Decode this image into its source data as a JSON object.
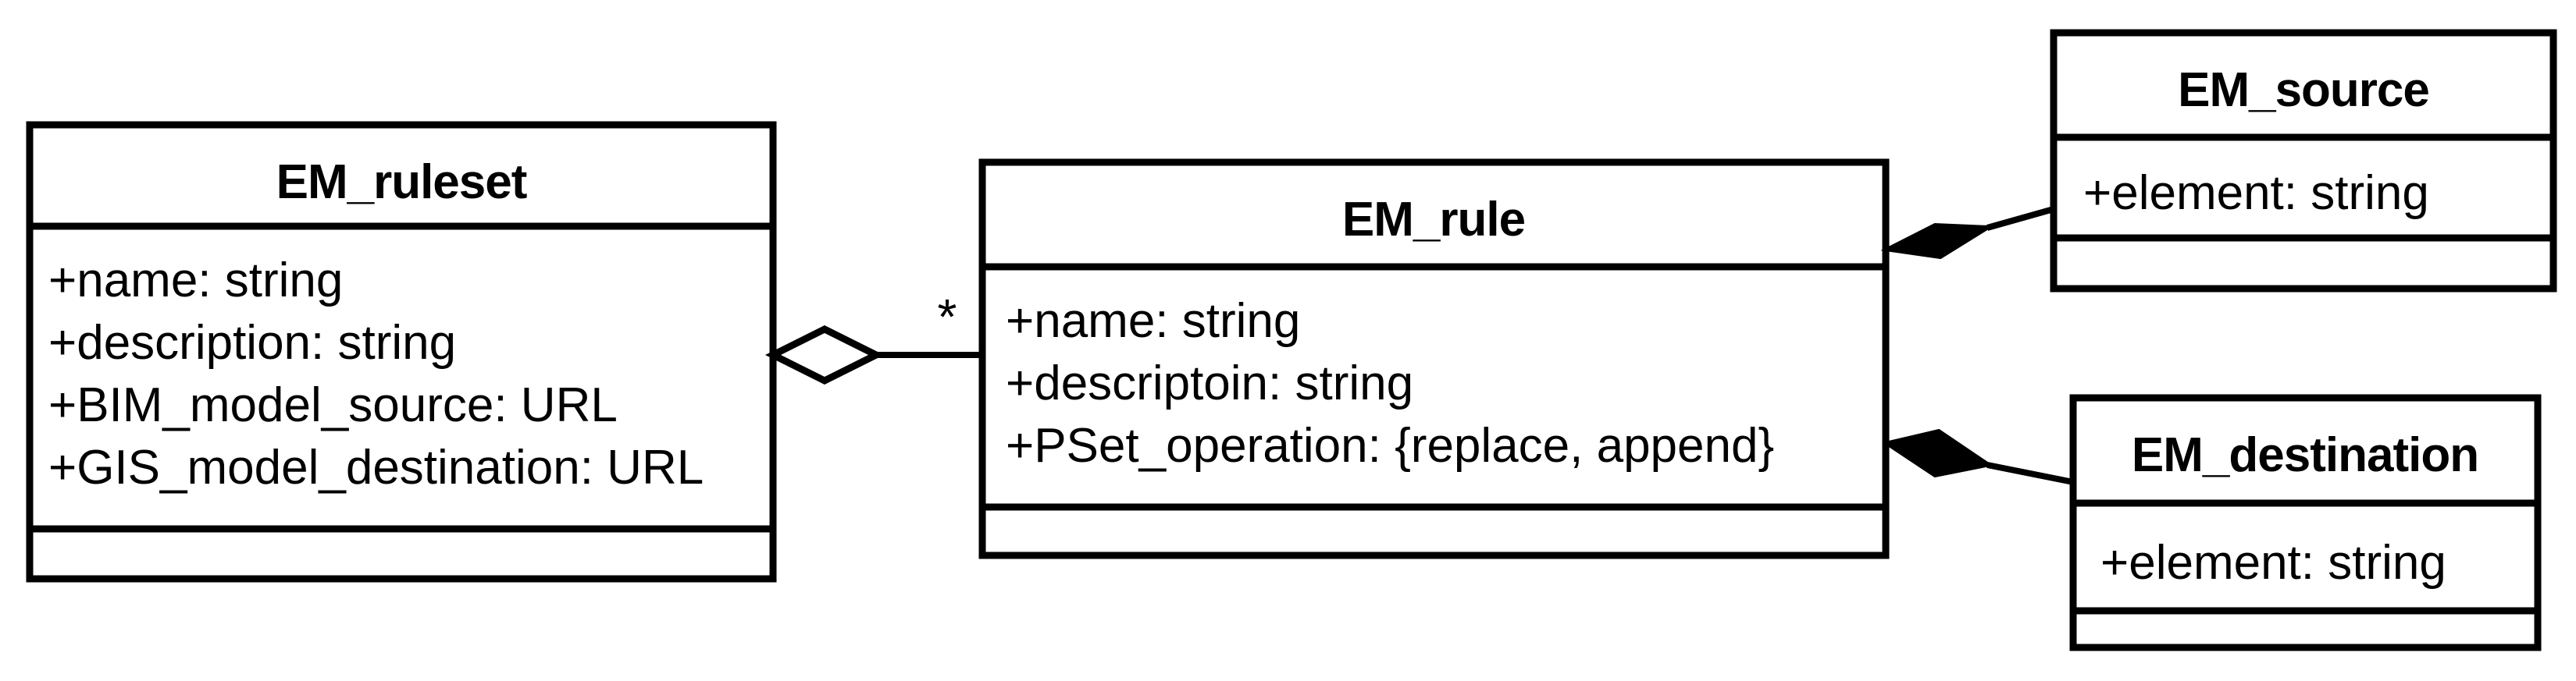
{
  "diagram": {
    "kind": "uml-class-diagram",
    "background_color": "#ffffff",
    "line_color": "#000000",
    "classes": [
      {
        "id": "em_ruleset",
        "name": "EM_ruleset",
        "attributes": [
          "+name: string",
          "+description: string",
          "+BIM_model_source: URL",
          "+GIS_model_destination: URL"
        ],
        "operations": []
      },
      {
        "id": "em_rule",
        "name": "EM_rule",
        "attributes": [
          "+name: string",
          "+descriptoin: string",
          "+PSet_operation: {replace, append}"
        ],
        "operations": []
      },
      {
        "id": "em_source",
        "name": "EM_source",
        "attributes": [
          "+element: string"
        ],
        "operations": []
      },
      {
        "id": "em_destination",
        "name": "EM_destination",
        "attributes": [
          "+element: string"
        ],
        "operations": []
      }
    ],
    "relationships": [
      {
        "id": "ruleset-rule",
        "type": "aggregation",
        "marker": "hollow-diamond",
        "from": "EM_ruleset",
        "to": "EM_rule",
        "multiplicity_target": "*"
      },
      {
        "id": "rule-source",
        "type": "composition",
        "marker": "filled-diamond",
        "from": "EM_rule",
        "to": "EM_source",
        "multiplicity_target": ""
      },
      {
        "id": "rule-destination",
        "type": "composition",
        "marker": "filled-diamond",
        "from": "EM_rule",
        "to": "EM_destination",
        "multiplicity_target": ""
      }
    ]
  }
}
